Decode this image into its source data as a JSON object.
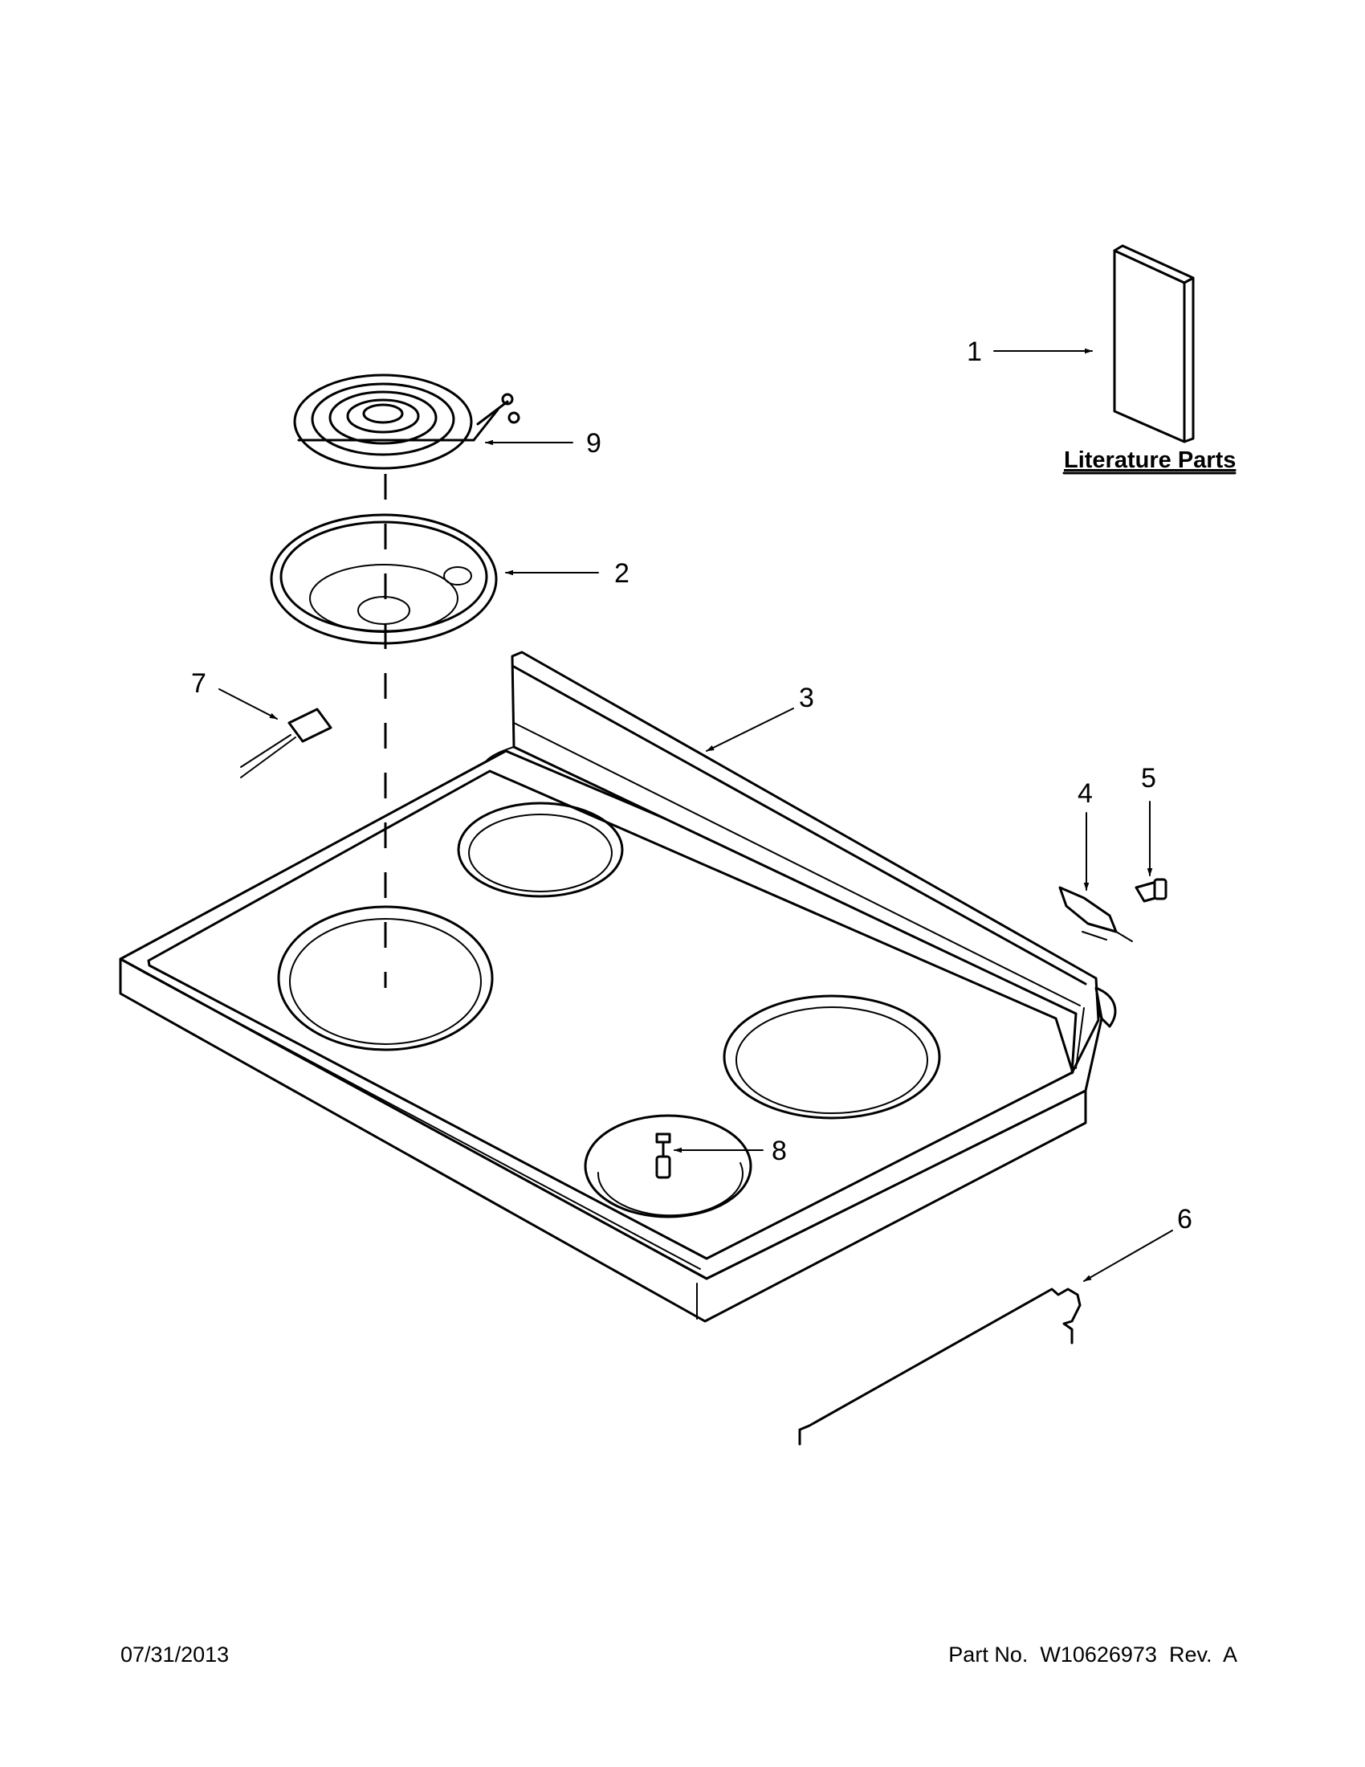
{
  "callouts": {
    "c1": "1",
    "c2": "2",
    "c3": "3",
    "c4": "4",
    "c5": "5",
    "c6": "6",
    "c7": "7",
    "c8": "8",
    "c9": "9"
  },
  "literature_label": "Literature Parts",
  "footer": {
    "date": "07/31/2013",
    "part_number": "Part No.  W10626973  Rev.  A"
  }
}
